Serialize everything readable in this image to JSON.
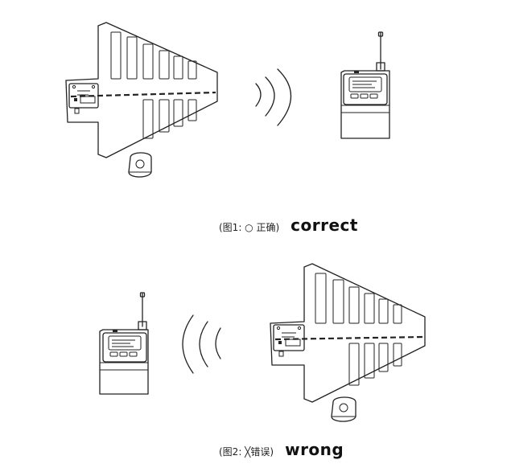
{
  "figure1": {
    "caption_prefix": "(图1: ○ 正确)",
    "caption_label": "correct"
  },
  "figure2": {
    "caption_prefix": "(图2: ╳错误)",
    "caption_label": "wrong"
  }
}
